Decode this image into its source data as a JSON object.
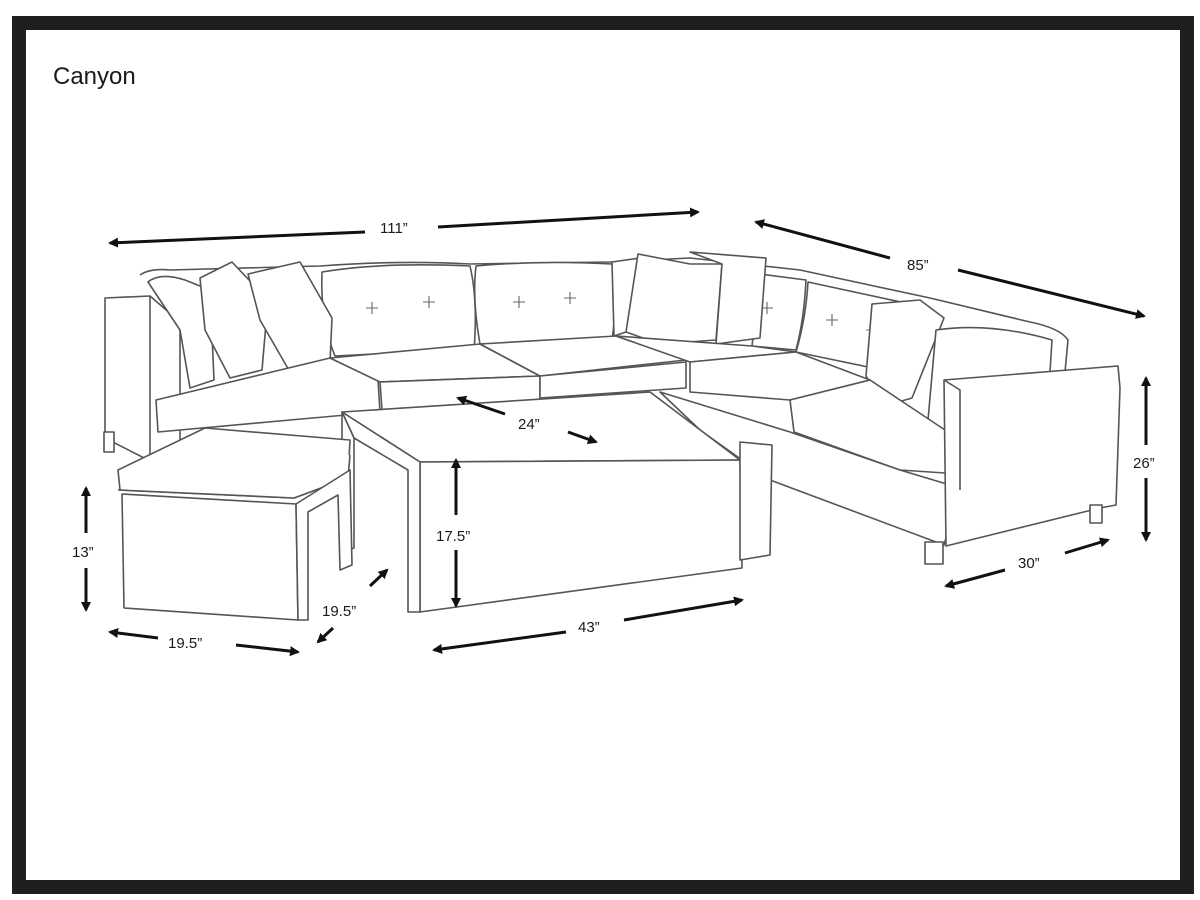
{
  "title": "Canyon",
  "dimensions": {
    "sofa_length": "111”",
    "sofa_side": "85”",
    "sofa_height": "26”",
    "sofa_depth": "30”",
    "table_depth": "24”",
    "table_height": "17.5”",
    "table_width": "43”",
    "ottoman_height": "13”",
    "ottoman_width": "19.5”",
    "ottoman_depth": "19.5”"
  }
}
